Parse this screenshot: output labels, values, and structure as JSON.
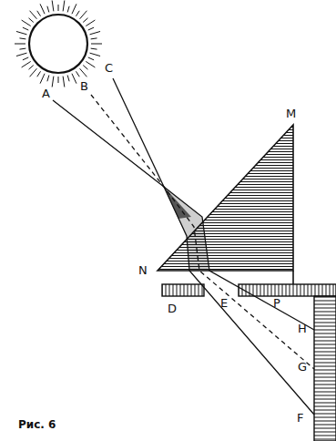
{
  "diagram": {
    "labels": [
      "A",
      "B",
      "C",
      "M",
      "N",
      "D",
      "E",
      "P",
      "H",
      "G",
      "F",
      "Рис. 6"
    ]
  }
}
